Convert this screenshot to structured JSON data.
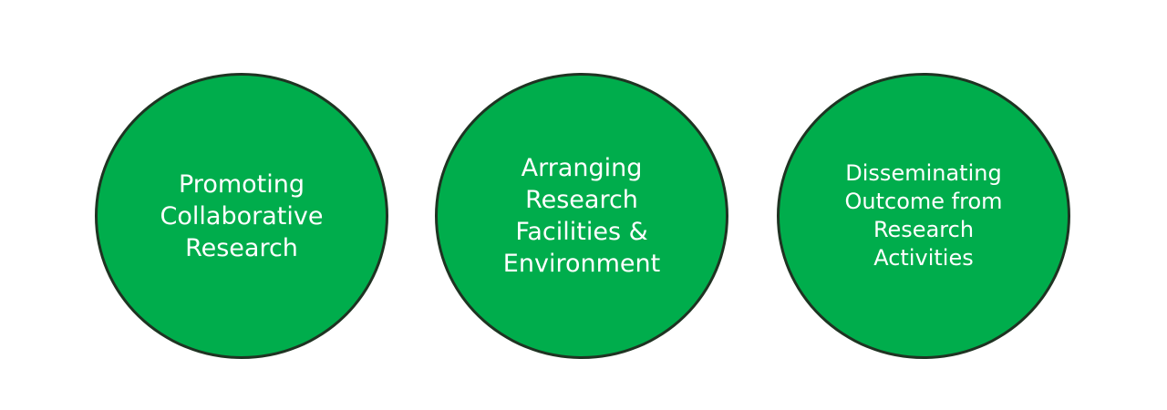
{
  "colors": {
    "circle_fill": "#00ad4c",
    "circle_border": "#1f3322",
    "text": "#ffffff",
    "background": "#ffffff"
  },
  "circles": [
    {
      "label": "Promoting\nCollaborative\nResearch"
    },
    {
      "label": "Arranging\nResearch\nFacilities &\nEnvironment"
    },
    {
      "label": "Disseminating\nOutcome from\nResearch\nActivities"
    }
  ]
}
